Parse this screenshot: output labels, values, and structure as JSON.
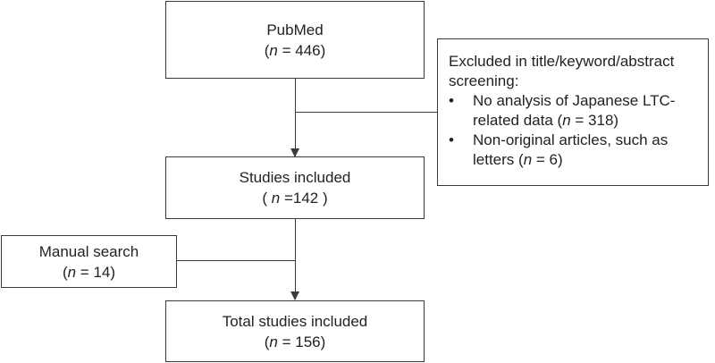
{
  "pubmed": {
    "title": "PubMed",
    "n_label": "n",
    "n_value": " = 446"
  },
  "excluded": {
    "title": "Excluded in title/keyword/abstract screening:",
    "items": [
      {
        "bullet": "•",
        "text_before": "No analysis of  Japanese LTC-related data (",
        "n_label": "n",
        "text_after": " =  318)"
      },
      {
        "bullet": "•",
        "text_before": "Non-original articles, such as letters (",
        "n_label": "n",
        "text_after": " = 6)"
      }
    ]
  },
  "studies": {
    "title": "Studies included",
    "prefix": "( ",
    "n_label": "n",
    "n_value": " =142 )"
  },
  "manual": {
    "title": "Manual search",
    "n_label": "n",
    "n_value": " = 14"
  },
  "total": {
    "title": "Total studies included",
    "n_label": "n",
    "n_value": " = 156"
  }
}
